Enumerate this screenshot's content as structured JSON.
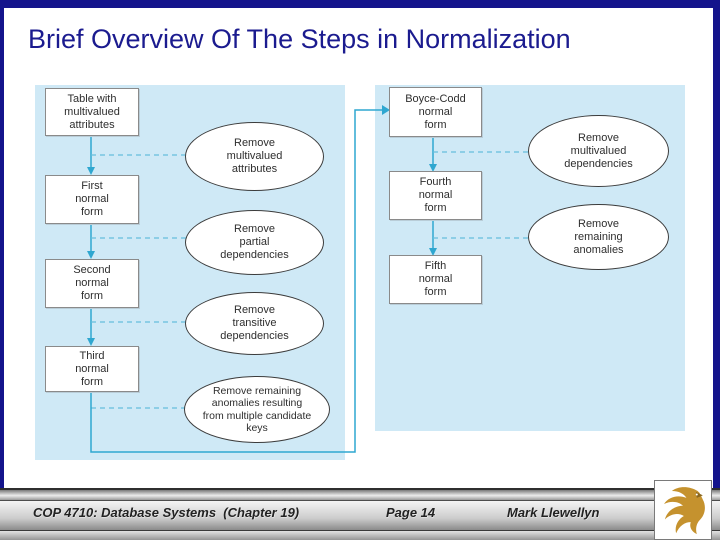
{
  "slide": {
    "title": "Brief Overview Of The Steps in Normalization"
  },
  "colors": {
    "border_navy": "#14148c",
    "title_navy": "#1b1b8f",
    "panel_blue": "#cfe9f6",
    "arrow_cyan": "#2fa7d0",
    "dash_cyan": "#66bfdc",
    "logo_gold": "#c5922e"
  },
  "diagram": {
    "left": {
      "boxes": [
        {
          "label": "Table with\nmultivalued\nattributes"
        },
        {
          "label": "First\nnormal\nform"
        },
        {
          "label": "Second\nnormal\nform"
        },
        {
          "label": "Third\nnormal\nform"
        }
      ],
      "ellipses": [
        {
          "label": "Remove\nmultivalued\nattributes"
        },
        {
          "label": "Remove\npartial\ndependencies"
        },
        {
          "label": "Remove\ntransitive\ndependencies"
        },
        {
          "label": "Remove remaining\nanomalies resulting\nfrom multiple candidate\nkeys"
        }
      ]
    },
    "right": {
      "boxes": [
        {
          "label": "Boyce-Codd\nnormal\nform"
        },
        {
          "label": "Fourth\nnormal\nform"
        },
        {
          "label": "Fifth\nnormal\nform"
        }
      ],
      "ellipses": [
        {
          "label": "Remove\nmultivalued\ndependencies"
        },
        {
          "label": "Remove\nremaining\nanomalies"
        }
      ]
    }
  },
  "footer": {
    "course": "COP 4710: Database Systems  (Chapter 19)",
    "page": "Page 14",
    "author": "Mark Llewellyn",
    "logo": "ucf-pegasus"
  }
}
